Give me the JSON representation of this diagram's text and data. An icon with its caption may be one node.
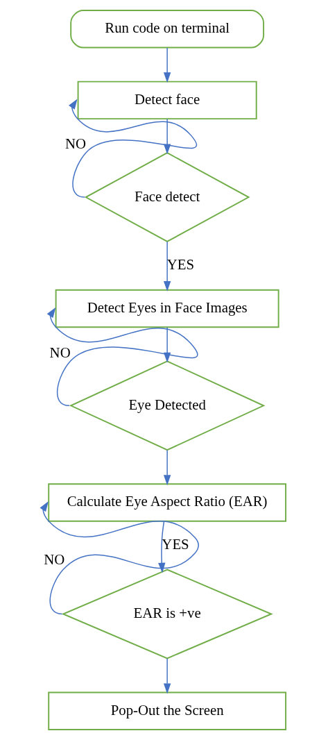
{
  "diagram": {
    "nodes": [
      {
        "text": [
          "Run code on terminal"
        ]
      },
      {
        "text": [
          "Detect face"
        ]
      },
      {
        "text": [
          "Face detect"
        ]
      },
      {
        "text": [
          "Detect Eyes in Face Images"
        ]
      },
      {
        "text": [
          "Eye Detected"
        ]
      },
      {
        "text": [
          "Calculate Eye Aspect Ratio (EAR)"
        ]
      },
      {
        "text": [
          "EAR is +ve"
        ]
      },
      {
        "text": [
          "Pop-Out the Screen"
        ]
      }
    ],
    "edges": [
      {
        "from": 0,
        "to": 1,
        "arrow": "to"
      },
      {
        "from": 1,
        "to": 2,
        "arrow": "to"
      },
      {
        "from": 2,
        "to": 1,
        "arrow": "to",
        "label": "NO"
      },
      {
        "from": 2,
        "to": 3,
        "arrow": "to",
        "label": "YES"
      },
      {
        "from": 3,
        "to": 4,
        "arrow": "to"
      },
      {
        "from": 4,
        "to": 3,
        "arrow": "to",
        "label": "NO"
      },
      {
        "from": 4,
        "to": 5,
        "arrow": "to"
      },
      {
        "from": 5,
        "to": 6,
        "arrow": "to",
        "label": "YES"
      },
      {
        "from": 6,
        "to": 5,
        "arrow": "to",
        "label": "NO"
      },
      {
        "from": 6,
        "to": 7,
        "arrow": "to"
      }
    ]
  }
}
